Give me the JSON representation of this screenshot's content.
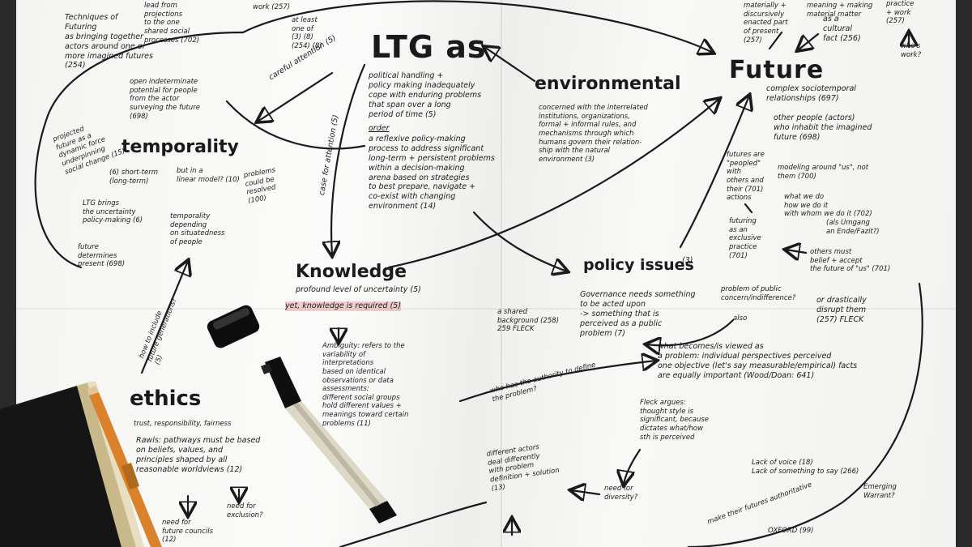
{
  "nodes": {
    "ltg": "LTG as",
    "environmental": "environmental",
    "future": "Future",
    "temporality": "temporality",
    "knowledge": "Knowledge",
    "policy_issues": "policy issues",
    "policy_issues_ref": "(3)",
    "ethics": "ethics"
  },
  "notes": {
    "techniques": "Techniques of\nFuturing\nas bringing together\nactors around one or\nmore imagined futures\n(254)",
    "lead_from": "lead from\nprojections\nto the one\nshared social\nprocesses (702)",
    "work": "work (257)",
    "at_least": "at least\none of\n(3) (8)\n(254) (8)",
    "open_indeterminate": "open indeterminate\npotential for people\nfrom the actor\nsurveying the future\n(698)",
    "careful_attention": "careful attention (5)",
    "ltg_def": "political handling +\npolicy making inadequately\ncope with enduring problems\nthat span over a long\nperiod of time (5)",
    "ltg_order": "order",
    "ltg_reflexive": "a reflexive policy-making\nprocess to address significant\nlong-term + persistent problems\nwithin a decision-making\narena based on strategies\nto best prepare, navigate +\nco-exist with changing\nenvironment (14)",
    "env_def": "concerned with the interrelated\ninstitutions, organizations,\nformal + informal rules, and\nmechanisms through which\nhumans govern their relation-\nship with the natural\nenvironment (3)",
    "projected": "projected\nfuture as a\ndynamic force\nunderpinning\nsocial change (15)",
    "short_term": "(6) short-term\n(long-term)",
    "but_linear": "but in a\nlinear model? (10)",
    "ltg_brings": "LTG brings\nthe uncertainty\npolicy-making (6)",
    "problems_solved": "problems\ncould be\nresolved\n(100)",
    "temporality_depending": "temporality\ndepending\non situatedness\nof people",
    "future_determines": "future\ndetermines\npresent (698)",
    "case_for_attention": "case for attention (5)",
    "how_to_include": "how to include\nfuture generations?\n(5)",
    "knowledge_uncertainty": "profound level of uncertainty (5)",
    "knowledge_required": "yet, knowledge is required (5)",
    "ambiguity": "Ambiguity: refers to the\nvariability of\ninterpretations\nbased on identical\nobservations or data\nassessments:\ndifferent social groups\nhold different values +\nmeanings toward certain\nproblems (11)",
    "shared_background": "a shared\nbackground (258)\n259 FLECK",
    "governance_needs": "Governance needs something\nto be acted upon\n-> something that is\nperceived as a public\nproblem (7)",
    "who_has_authority": "who has the authority to define\nthe problem?",
    "what_becomes": "what becomes/is viewed as\na problem: individual perspectives perceived\none objective (let's say measurable/empirical) facts\nare equally important (Wood/Doan: 641)",
    "fleck_argues": "Fleck argues:\nthought style is\nsignificant, because\ndictates what/how\nsth is perceived",
    "materially": "materially +\ndiscursively\nenacted part\nof present\n(257)",
    "meaning_making": "meaning + making\nmaterial matter",
    "cultural_fact": "as a\ncultural\nfact (256)",
    "practice_work": "practice\n+ work\n(257)",
    "who_work": "who's\nwork?",
    "complex_sociotemporal": "complex sociotemporal\nrelationships (697)",
    "other_people": "other people (actors)\nwho inhabit the imagined\nfuture (698)",
    "futures_peopled": "futures are\n\"peopled\"\nwith\nothers and\ntheir (701)\nactions",
    "modeling_around": "modeling around \"us\", not\nthem (700)",
    "what_we_do": "what we do\nhow we do it\nwith whom we do it (702)",
    "als_umgang": "(als Umgang\nan Ende/Fazit?)",
    "futuring_exclusive": "futuring\nas an\nexclusive\npractice\n(701)",
    "others_must": "others must\nbelief + accept\nthe future of \"us\" (701)",
    "problem_of_public": "problem of public\nconcern/indifference?",
    "also": "also",
    "or_drastically": "or drastically\ndisrupt them\n(257) FLECK",
    "different_actors": "different actors\ndeal differently\nwith problem\ndefinition + solution\n(13)",
    "need_diversity": "need for\ndiversity?",
    "lack_of_voice": "Lack of voice (18)\nLack of something to say (266)",
    "emerging_warrant": "Emerging\nWarrant?",
    "trust": "trust, responsibility, fairness",
    "rawls": "Rawls: pathways must be based\non beliefs, values, and\nprinciples shaped by all\nreasonable worldviews (12)",
    "need_councils": "need for\nfuture councils\n(12)",
    "need_exclusion": "need for\nexclusion?",
    "make_futures": "make their futures authoritative",
    "oxford": "OXFORD (99)"
  },
  "colors": {
    "ink": "#1a1a1a",
    "highlight": "#d67878",
    "paper": "#f6f6f4",
    "table": "#2a2a2a"
  }
}
